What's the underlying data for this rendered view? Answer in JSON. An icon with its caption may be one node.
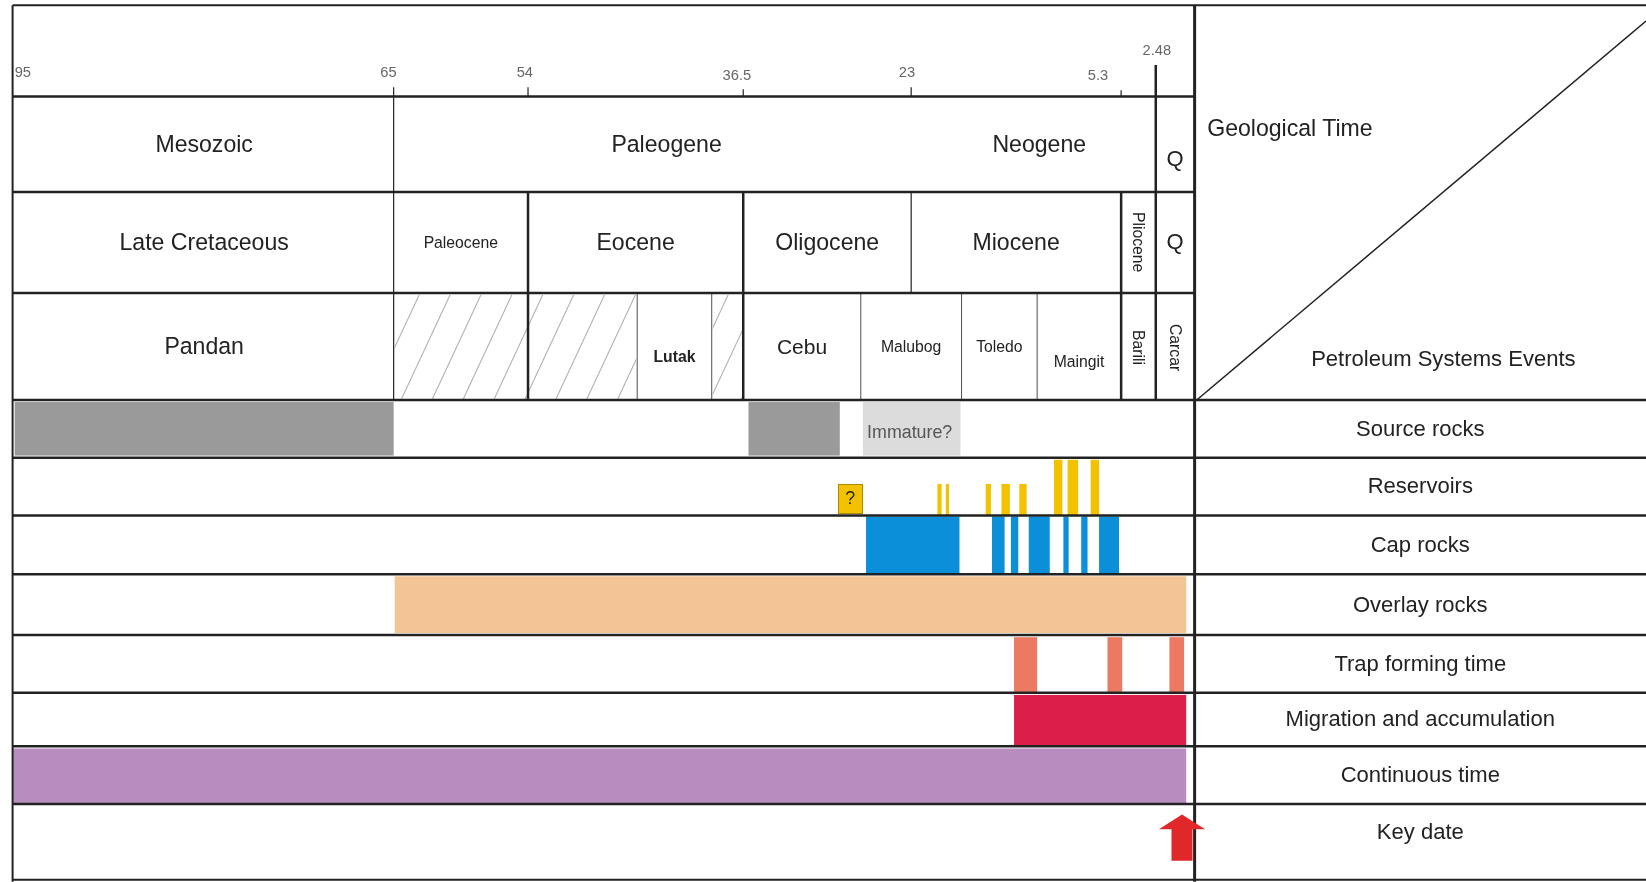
{
  "diagram": {
    "labels": [
      "95",
      "65",
      "54",
      "36.5",
      "23",
      "5.3",
      "2.48",
      "Mesozoic",
      "Paleogene",
      "Neogene",
      "Q",
      "Geological Time",
      "Late Cretaceous",
      "Paleocene",
      "Eocene",
      "Oligocene",
      "Miocene",
      "Pliocene",
      "Q",
      "Pandan",
      "Lutak",
      "Cebu",
      "Malubog",
      "Toledo",
      "Maingit",
      "Barili",
      "Carcar",
      "Petroleum Systems Events",
      "Immature?",
      "Source rocks",
      "?",
      "Reservoirs",
      "Cap rocks",
      "Overlay rocks",
      "Trap forming time",
      "Migration and accumulation",
      "Continuous time",
      "Key date"
    ]
  }
}
